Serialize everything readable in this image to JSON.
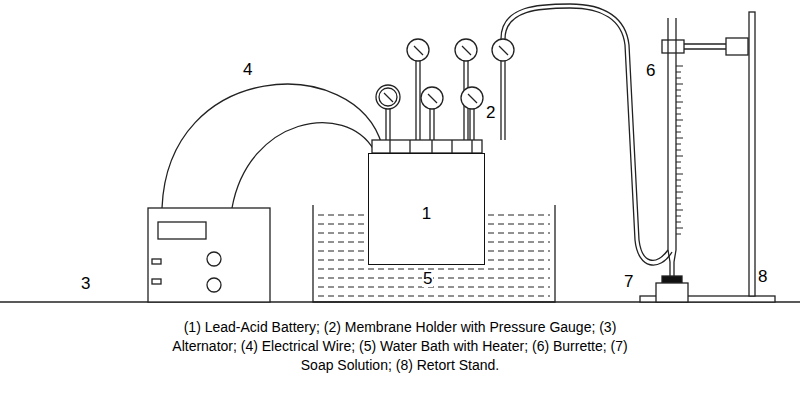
{
  "diagram": {
    "caption": "(1) Lead-Acid Battery; (2) Membrane Holder with Pressure Gauge; (3) Alternator; (4) Electrical Wire; (5) Water Bath with Heater; (6) Burrette; (7) Soap Solution; (8) Retort Stand.",
    "nodes": [
      {
        "text": [
          "1"
        ]
      }
    ],
    "labels": [
      "4",
      "2",
      "6",
      "3",
      "5",
      "7",
      "8"
    ]
  }
}
